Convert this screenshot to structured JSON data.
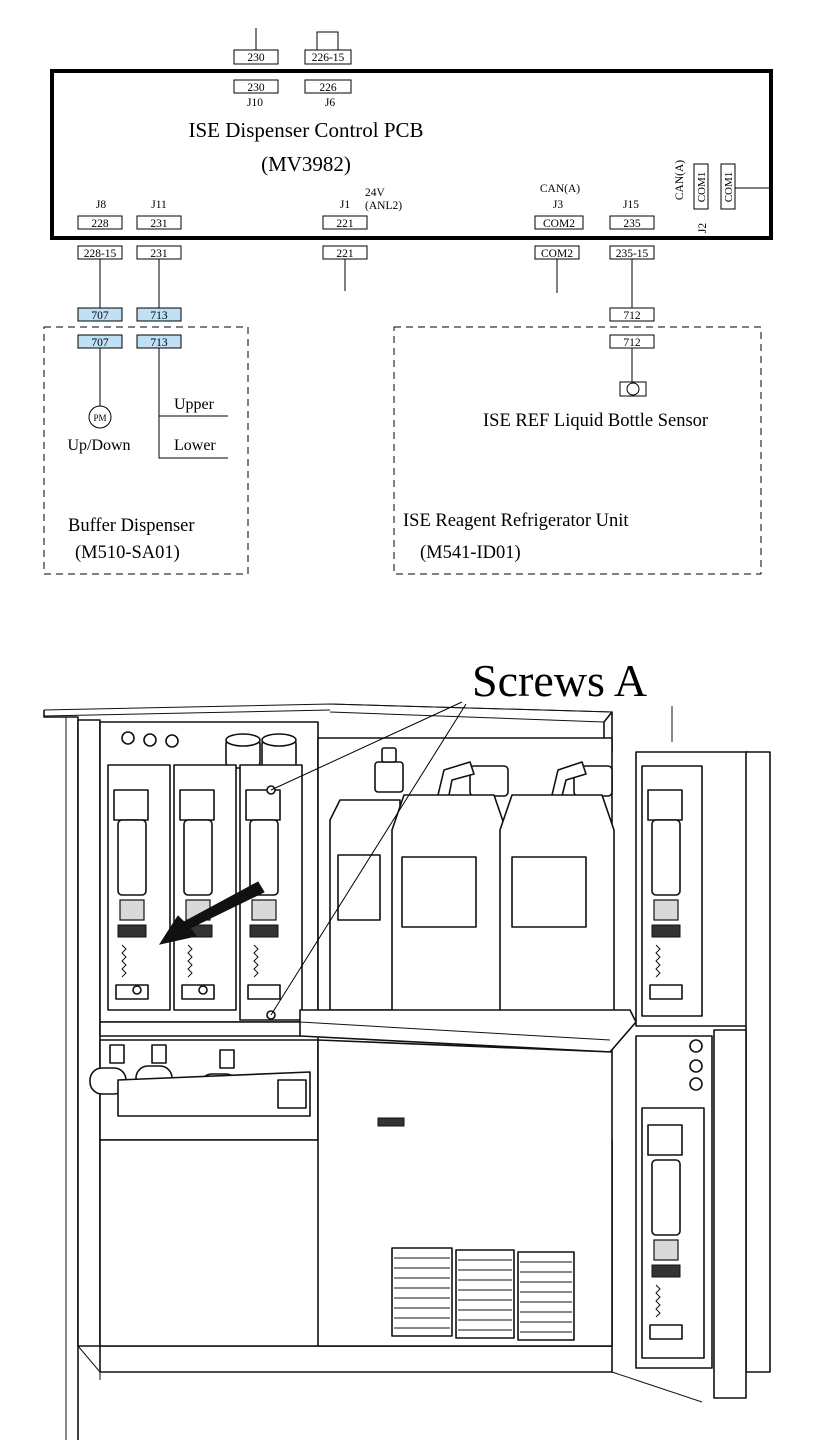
{
  "pcb": {
    "title": "ISE Dispenser Control PCB",
    "model": "(MV3982)",
    "connectors": {
      "j10": {
        "label": "J10",
        "pin": "230",
        "cable": "230"
      },
      "j6": {
        "label": "J6",
        "pin": "226",
        "cable": "226-15"
      },
      "j8": {
        "label": "J8",
        "pin": "228",
        "cable": "228-15"
      },
      "j11": {
        "label": "J11",
        "pin": "231",
        "cable": "231"
      },
      "j1": {
        "label": "J1",
        "pin": "221",
        "cable": "221",
        "note1": "24V",
        "note2": "(ANL2)"
      },
      "j3": {
        "label": "J3",
        "pin": "COM2",
        "cable": "COM2",
        "note": "CAN(A)"
      },
      "j15": {
        "label": "J15",
        "pin": "235",
        "cable": "235-15"
      },
      "j2": {
        "label": "J2",
        "pin": "COM1",
        "cable": "COM1",
        "note": "CAN(A)"
      }
    }
  },
  "buffer_dispenser": {
    "title": "Buffer Dispenser",
    "model": "(M510-SA01)",
    "relay_a": "707",
    "relay_b": "713",
    "motor_symbol": "PM",
    "motor_label": "Up/Down",
    "sensor_upper": "Upper",
    "sensor_lower": "Lower"
  },
  "refrigerator_unit": {
    "title": "ISE Reagent Refrigerator Unit",
    "model": "(M541-ID01)",
    "relay": "712",
    "sensor_label": "ISE REF Liquid Bottle Sensor"
  },
  "illustration": {
    "callout": "Screws A"
  }
}
